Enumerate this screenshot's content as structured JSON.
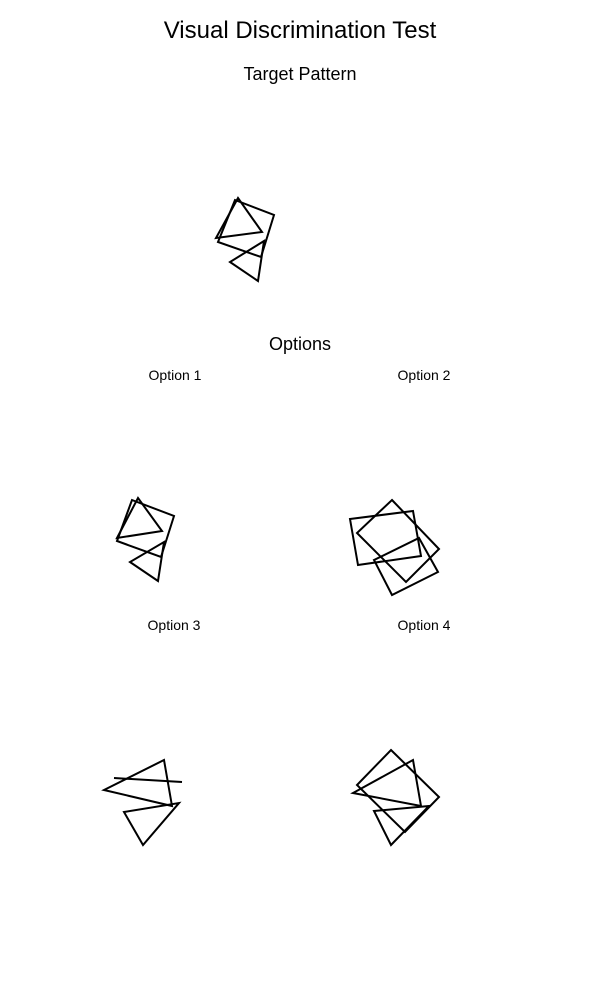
{
  "title": "Visual Discrimination Test",
  "target": {
    "label": "Target Pattern"
  },
  "options": {
    "heading": "Options",
    "items": [
      {
        "label": "Option 1"
      },
      {
        "label": "Option 2"
      },
      {
        "label": "Option 3"
      },
      {
        "label": "Option 4"
      }
    ]
  },
  "colors": {
    "background": "#ffffff",
    "stroke": "#000000"
  }
}
